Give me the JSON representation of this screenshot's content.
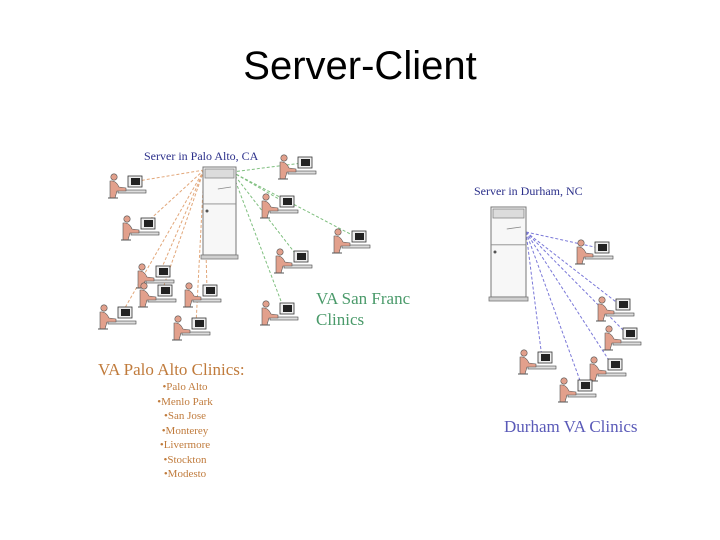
{
  "title": "Server-Client",
  "palo_alto": {
    "server_label": "Server in Palo Alto, CA",
    "clinics_heading": "VA Palo Alto Clinics:",
    "clinics": [
      "•Palo Alto",
      "•Menlo Park",
      "•San Jose",
      "•Monterey",
      "•Livermore",
      "•Stockton",
      "•Modesto"
    ]
  },
  "san_francisco": {
    "clinics_heading_line1": "VA San Franc",
    "clinics_heading_line2": "Clinics"
  },
  "durham": {
    "server_label": "Server in Durham, NC",
    "clinics_heading": "Durham VA Clinics"
  },
  "colors": {
    "palo_alto_lines": "#e2a77a",
    "san_francisco_lines": "#7fbf7f",
    "durham_lines": "#7a78d8",
    "label_blue": "#2b2f8a",
    "palo_alto_text": "#c07b3c",
    "san_francisco_text": "#4a9a6a",
    "durham_text": "#5a5ab8",
    "figure_fill": "#e2a08c",
    "computer_fill": "#eeeeee"
  },
  "icons": {
    "server": "server-tower-icon",
    "client": "person-at-computer-icon"
  }
}
